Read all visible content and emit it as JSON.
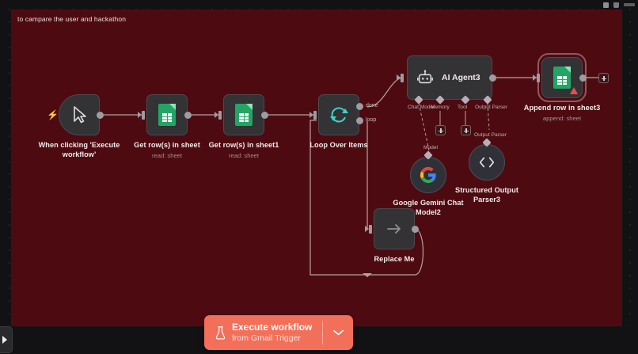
{
  "window": {
    "canvas_bg": "#4d0b11",
    "outer_bg": "#121214",
    "note": "to campare the user and hackathon"
  },
  "tray": {
    "items": [
      {
        "name": "tray-square-icon"
      },
      {
        "name": "tray-battery-icon"
      },
      {
        "name": "tray-clock-icon"
      }
    ]
  },
  "nodes": [
    {
      "id": "trigger",
      "title": "When clicking 'Execute workflow'",
      "subtitle": "",
      "icon": "cursor-icon",
      "shape": "trigger"
    },
    {
      "id": "sheet1",
      "title": "Get row(s) in sheet",
      "subtitle": "read: sheet",
      "icon": "google-sheets-icon",
      "shape": "square"
    },
    {
      "id": "sheet2",
      "title": "Get row(s) in sheet1",
      "subtitle": "read: sheet",
      "icon": "google-sheets-icon",
      "shape": "square"
    },
    {
      "id": "loop",
      "title": "Loop Over Items",
      "subtitle": "",
      "icon": "loop-refresh-icon",
      "shape": "square",
      "outputs": [
        "done",
        "loop"
      ]
    },
    {
      "id": "agent",
      "title": "AI Agent3",
      "subtitle": "",
      "icon": "robot-icon",
      "shape": "wide",
      "connectors": [
        "Chat Model",
        "Memory",
        "Tool",
        "Output Parser"
      ]
    },
    {
      "id": "append",
      "title": "Append row in sheet3",
      "subtitle": "append: sheet",
      "icon": "google-sheets-icon",
      "shape": "square",
      "selected": true,
      "warning": true
    },
    {
      "id": "replace",
      "title": "Replace Me",
      "subtitle": "",
      "icon": "arrow-right-icon",
      "shape": "square"
    },
    {
      "id": "gemini",
      "title": "Google Gemini Chat Model2",
      "subtitle": "",
      "icon": "google-logo-icon",
      "shape": "circle",
      "sub_label": "Model"
    },
    {
      "id": "parser",
      "title": "Structured Output Parser3",
      "subtitle": "",
      "icon": "code-brackets-icon",
      "shape": "circle",
      "sub_label": "Output Parser"
    }
  ],
  "execute": {
    "title": "Execute workflow",
    "subtitle": "from Gmail Trigger",
    "icon": "flask-icon",
    "chevron": "chevron-down-icon",
    "color": "#f2705a"
  }
}
